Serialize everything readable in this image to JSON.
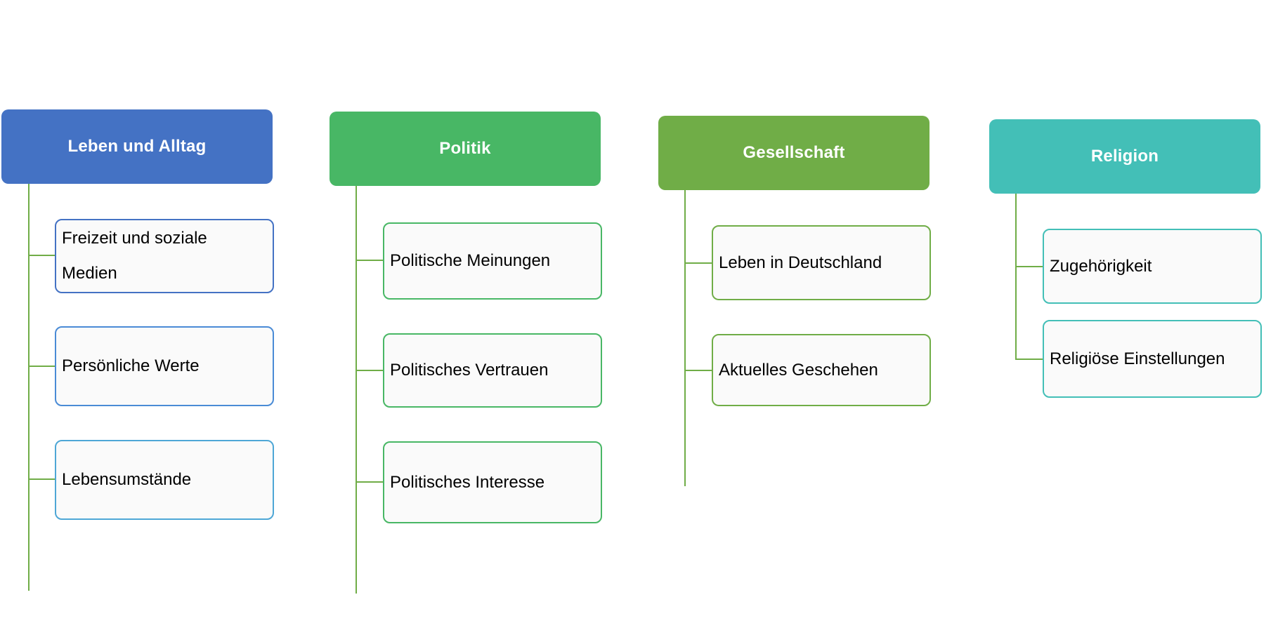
{
  "columns": [
    {
      "title": "Leben und Alltag",
      "color": "#4472c4",
      "items": [
        {
          "label": "Freizeit und soziale Medien",
          "border": "#4472c4"
        },
        {
          "label": "Persönliche Werte",
          "border": "#4a8bd6"
        },
        {
          "label": "Lebensumstände",
          "border": "#4ea7d6"
        }
      ]
    },
    {
      "title": "Politik",
      "color": "#48b765",
      "items": [
        {
          "label": "Politische Meinungen",
          "border": "#48b765"
        },
        {
          "label": "Politisches Vertrauen",
          "border": "#48b765"
        },
        {
          "label": "Politisches Interesse",
          "border": "#48b765"
        }
      ]
    },
    {
      "title": "Gesellschaft",
      "color": "#70ad47",
      "items": [
        {
          "label": "Leben in Deutschland",
          "border": "#70ad47"
        },
        {
          "label": "Aktuelles Geschehen",
          "border": "#70ad47"
        }
      ]
    },
    {
      "title": "Religion",
      "color": "#43bfb7",
      "items": [
        {
          "label": "Zugehörigkeit",
          "border": "#43bfb7"
        },
        {
          "label": "Religiöse Einstellungen",
          "border": "#43bfb7"
        }
      ]
    }
  ]
}
